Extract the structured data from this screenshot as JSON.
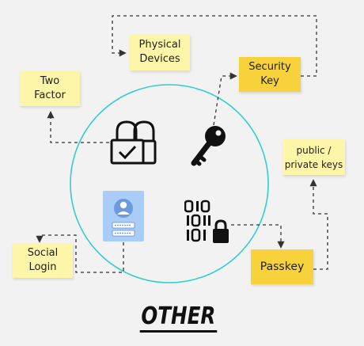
{
  "notes": {
    "physical_devices": "Physical\nDevices",
    "security_key": "Security\nKey",
    "two_factor": "Two\nFactor",
    "public_private_keys": "public /\nprivate keys",
    "social_login": "Social\nLogin",
    "passkey": "Passkey"
  },
  "title": "OTHER",
  "icons": [
    "padlocks-icon",
    "key-icon",
    "profile-card-icon",
    "binary-lock-icon"
  ],
  "colors": {
    "background": "#f2f2f2",
    "circle": "#2ecfcf",
    "note_light": "#fdf6a8",
    "note_strong": "#f7d23a",
    "connector": "#333333",
    "profile_card": "#a9cdf7"
  }
}
